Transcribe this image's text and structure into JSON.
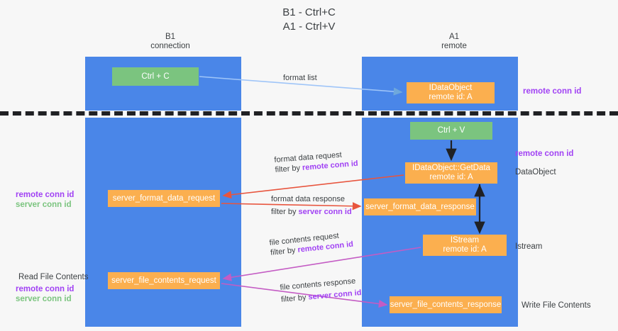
{
  "title": {
    "line1": "B1 - Ctrl+C",
    "line2": "A1 - Ctrl+V"
  },
  "columns": [
    {
      "name": "B1",
      "sub": "connection"
    },
    {
      "name": "A1",
      "sub": "remote"
    }
  ],
  "nodes": {
    "ctrl_c": {
      "label": "Ctrl + C",
      "color": "#7bc47f"
    },
    "idataobject": {
      "label": "IDataObject",
      "sub": "remote id: A",
      "color": "#fbaf4f"
    },
    "ctrl_v": {
      "label": "Ctrl + V",
      "color": "#7bc47f"
    },
    "getdata": {
      "label": "IDataObject::GetData",
      "sub": "remote id: A",
      "color": "#fbaf4f"
    },
    "server_format_data_request": {
      "label": "server_format_data_request",
      "color": "#fbaf4f"
    },
    "server_format_data_response": {
      "label": "server_format_data_response",
      "color": "#fbaf4f"
    },
    "istream": {
      "label": "IStream",
      "sub": "remote id: A",
      "color": "#fbaf4f"
    },
    "server_file_contents_request": {
      "label": "server_file_contents_request",
      "color": "#fbaf4f"
    },
    "server_file_contents_response": {
      "label": "server_file_contents_response",
      "color": "#fbaf4f"
    }
  },
  "edges": {
    "format_list": {
      "label": "format list"
    },
    "format_data_request": {
      "label": "format data request",
      "filter_prefix": "filter by ",
      "filter_key": "remote conn id"
    },
    "format_data_response": {
      "label": "format data response",
      "filter_prefix": "filter by ",
      "filter_key": "server conn id"
    },
    "file_contents_request": {
      "label": "file contents request",
      "filter_prefix": "filter by ",
      "filter_key": "remote conn id"
    },
    "file_contents_response": {
      "label": "file contents response",
      "filter_prefix": "filter by ",
      "filter_key": "server conn id"
    }
  },
  "side_labels": {
    "remote_conn_id_top": "remote conn id",
    "remote_conn_id_mid": "remote conn id",
    "dataobject": "DataObject",
    "istream": "Istream",
    "write_file_contents": "Write File Contents",
    "read_file_contents": "Read File Contents",
    "left_remote_conn_id": "remote conn id",
    "left_server_conn_id": "server conn id",
    "left2_remote_conn_id": "remote conn id",
    "left2_server_conn_id": "server conn id"
  },
  "colors": {
    "lane": "#4a86e8",
    "green_node": "#7bc47f",
    "orange_node": "#fbaf4f",
    "purple_text": "#a142f4",
    "green_text": "#7bc47f",
    "divider": "#202124",
    "arrow_blue": "#9fc5f8",
    "arrow_black": "#202124",
    "arrow_red": "#e8553e",
    "arrow_magenta": "#c council"
  }
}
